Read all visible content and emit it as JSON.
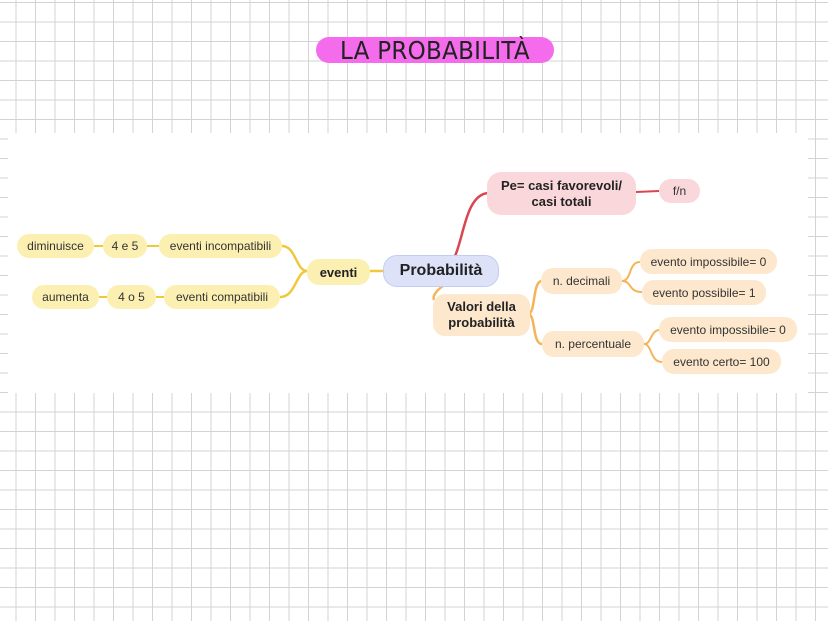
{
  "title": "LA PROBABILITÀ",
  "root": "Probabilità",
  "left": {
    "hub": "eventi",
    "rows": [
      {
        "effect": "diminuisce",
        "values": "4 e 5",
        "type": "eventi incompatibili"
      },
      {
        "effect": "aumenta",
        "values": "4 o 5",
        "type": "eventi compatibili"
      }
    ]
  },
  "right": {
    "formula": {
      "text": "Pe= casi favorevoli/ casi totali",
      "short": "f/n"
    },
    "values": {
      "label": "Valori della probabilità",
      "decimali": {
        "label": "n. decimali",
        "items": [
          "evento impossibile= 0",
          "evento possibile= 1"
        ]
      },
      "percentuale": {
        "label": "n. percentuale",
        "items": [
          "evento impossibile= 0",
          "evento certo= 100"
        ]
      }
    }
  },
  "colors": {
    "highlight": "#f46bec",
    "yellow": "#fbf0b2",
    "orange": "#fde8cd",
    "pink": "#fad7da",
    "root": "#dde2f9",
    "link_yellow": "#f0c93a",
    "link_orange": "#f5b45a",
    "link_red": "#d9464f"
  }
}
